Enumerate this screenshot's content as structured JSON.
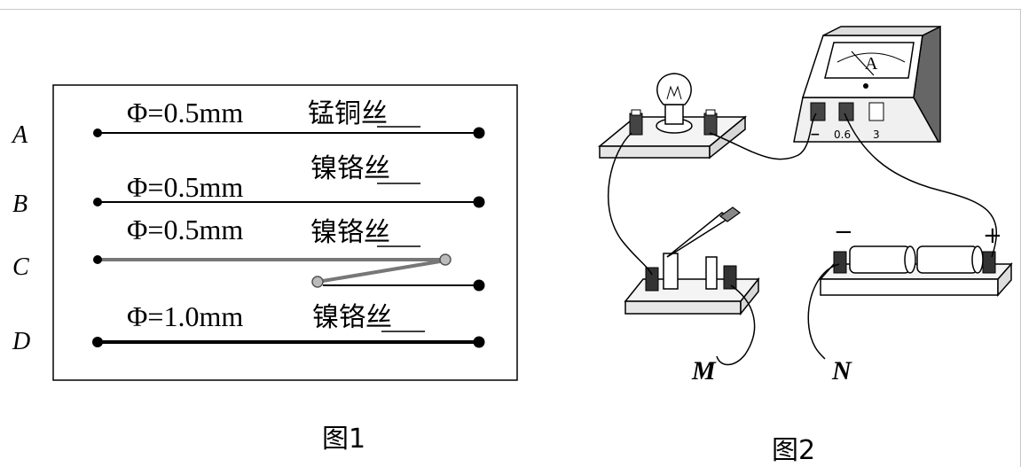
{
  "figure1": {
    "caption": "图1",
    "wires": [
      {
        "label": "A",
        "spec": "Φ=0.5mm",
        "material": "锰铜丝"
      },
      {
        "label": "B",
        "spec": "Φ=0.5mm",
        "material": "镍铬丝"
      },
      {
        "label": "C",
        "spec": "Φ=0.5mm",
        "material": "镍铬丝"
      },
      {
        "label": "D",
        "spec": "Φ=1.0mm",
        "material": "镍铬丝"
      }
    ]
  },
  "figure2": {
    "caption": "图2",
    "ammeter_symbol": "A",
    "ammeter_terminals": [
      "−",
      "0.6",
      "3"
    ],
    "battery_minus": "−",
    "battery_plus": "+",
    "terminal_m": "M",
    "terminal_n": "N"
  }
}
